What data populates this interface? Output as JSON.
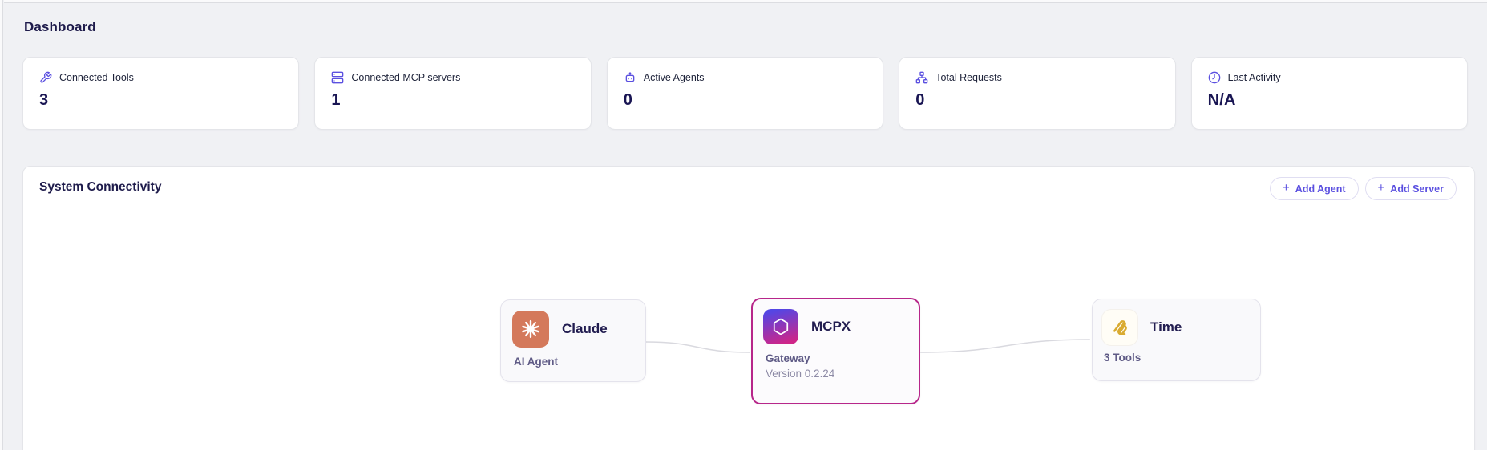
{
  "page": {
    "title": "Dashboard"
  },
  "stats": [
    {
      "icon": "wrench-icon",
      "label": "Connected Tools",
      "value": "3"
    },
    {
      "icon": "server-icon",
      "label": "Connected MCP servers",
      "value": "1"
    },
    {
      "icon": "bot-icon",
      "label": "Active Agents",
      "value": "0"
    },
    {
      "icon": "network-icon",
      "label": "Total Requests",
      "value": "0"
    },
    {
      "icon": "clock-icon",
      "label": "Last Activity",
      "value": "N/A"
    }
  ],
  "connectivity": {
    "title": "System Connectivity",
    "buttons": [
      {
        "label": "Add Agent"
      },
      {
        "label": "Add Server"
      }
    ],
    "nodes": [
      {
        "name": "Claude",
        "subtitle": "AI Agent",
        "icon": "claude-logo-icon"
      },
      {
        "name": "MCPX",
        "subtitle": "Gateway",
        "version": "Version 0.2.24",
        "icon": "mcpx-hexagon-icon"
      },
      {
        "name": "Time",
        "subtitle": "3 Tools",
        "icon": "mcp-time-icon"
      }
    ]
  },
  "colors": {
    "accent": "#5b50e0",
    "mcpx-border": "#b7268a",
    "mcpx-grad-start": "#5446e4",
    "mcpx-grad-end": "#cf2588",
    "claude-orange": "#d4795b",
    "gold": "#d9ab31",
    "connector": "#d9d9df"
  }
}
